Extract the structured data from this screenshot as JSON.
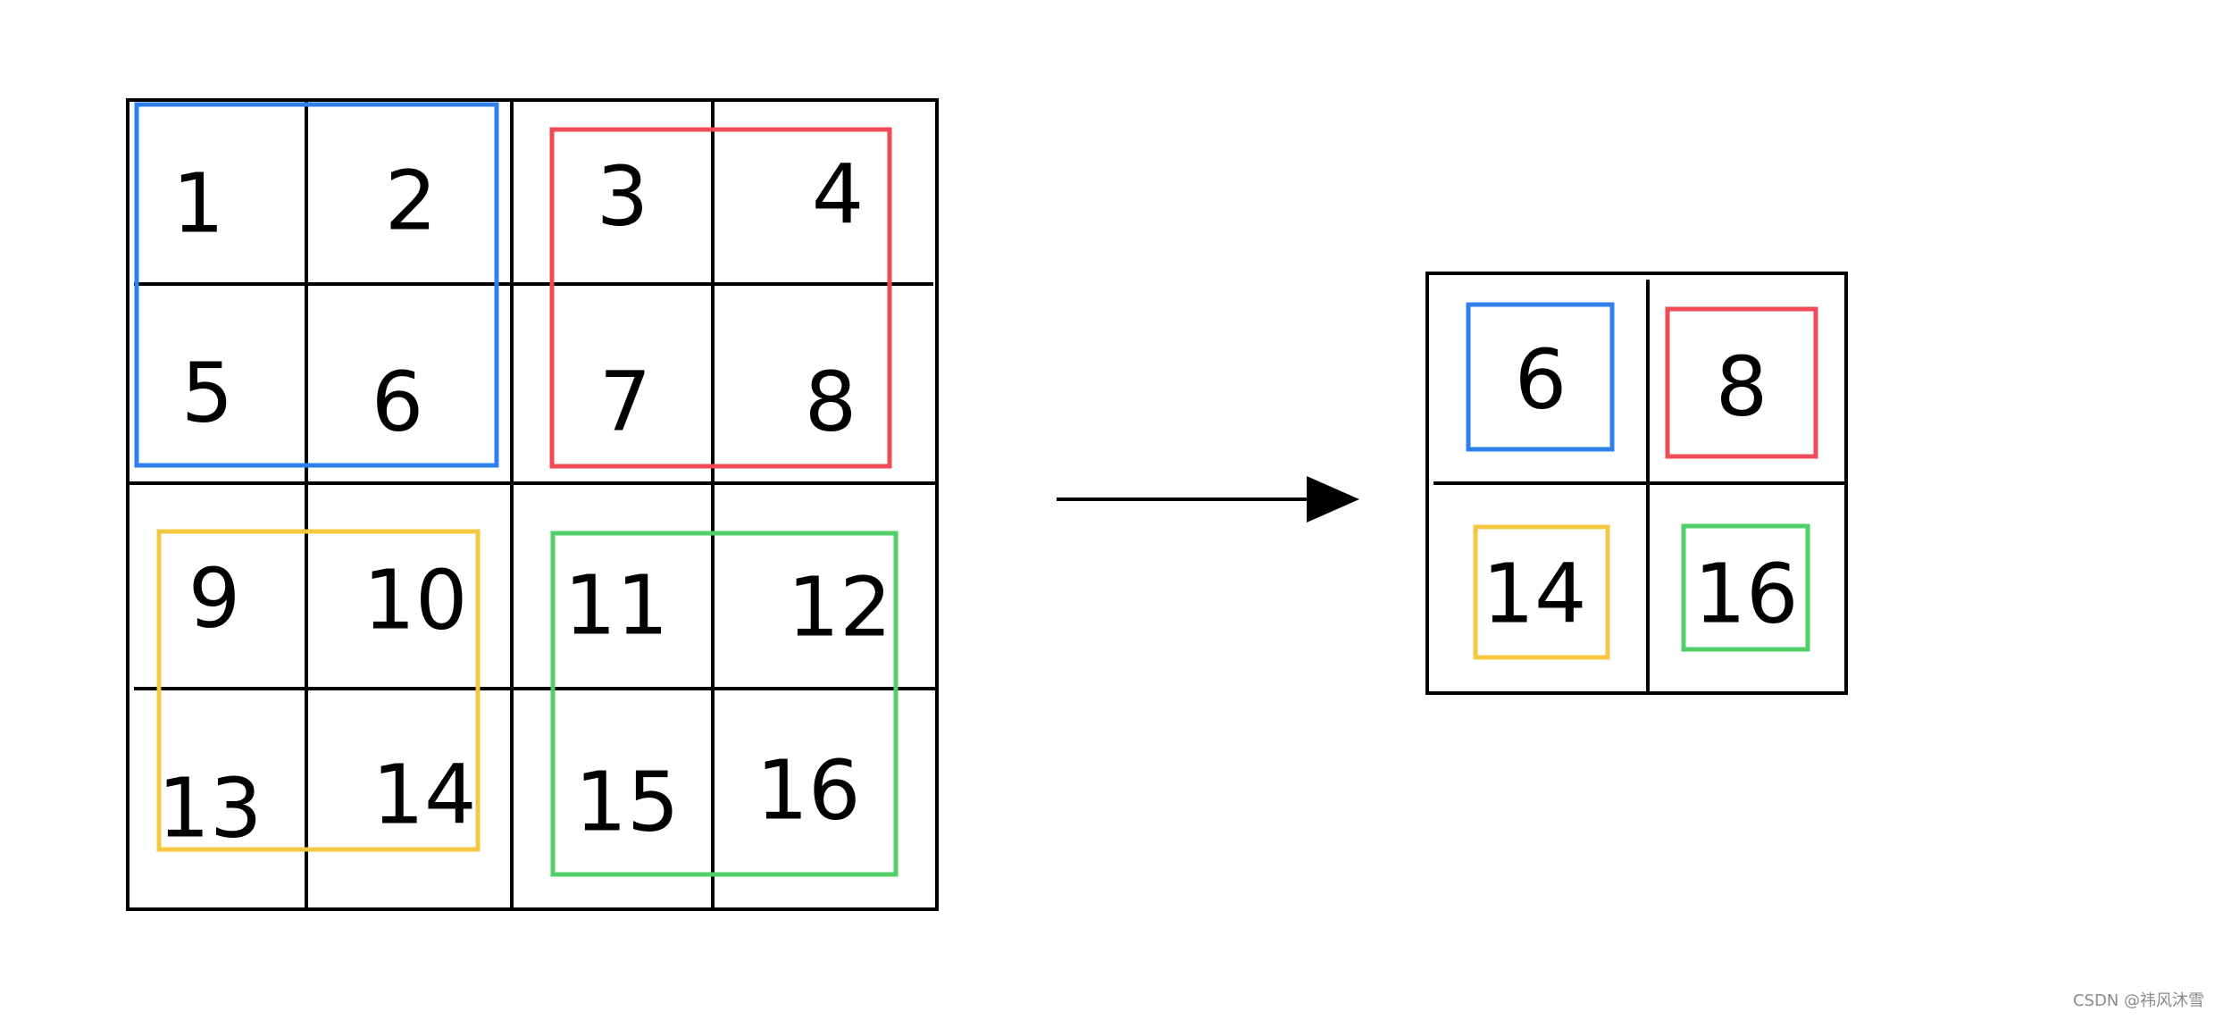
{
  "input_grid": {
    "rows": [
      [
        "1",
        "2",
        "3",
        "4"
      ],
      [
        "5",
        "6",
        "7",
        "8"
      ],
      [
        "9",
        "10",
        "11",
        "12"
      ],
      [
        "13",
        "14",
        "15",
        "16"
      ]
    ],
    "pools": [
      {
        "color": "#2f80ed",
        "cells": [
          "1",
          "2",
          "5",
          "6"
        ]
      },
      {
        "color": "#ef4a55",
        "cells": [
          "3",
          "4",
          "7",
          "8"
        ]
      },
      {
        "color": "#f5c842",
        "cells": [
          "9",
          "10",
          "13",
          "14"
        ]
      },
      {
        "color": "#4fcf67",
        "cells": [
          "11",
          "12",
          "15",
          "16"
        ]
      }
    ]
  },
  "output_grid": {
    "rows": [
      [
        "6",
        "8"
      ],
      [
        "14",
        "16"
      ]
    ],
    "colors": [
      [
        "#2f80ed",
        "#ef4a55"
      ],
      [
        "#f5c842",
        "#4fcf67"
      ]
    ]
  },
  "arrow_icon": "arrow-right-icon",
  "watermark": "CSDN @祎风沐雪"
}
